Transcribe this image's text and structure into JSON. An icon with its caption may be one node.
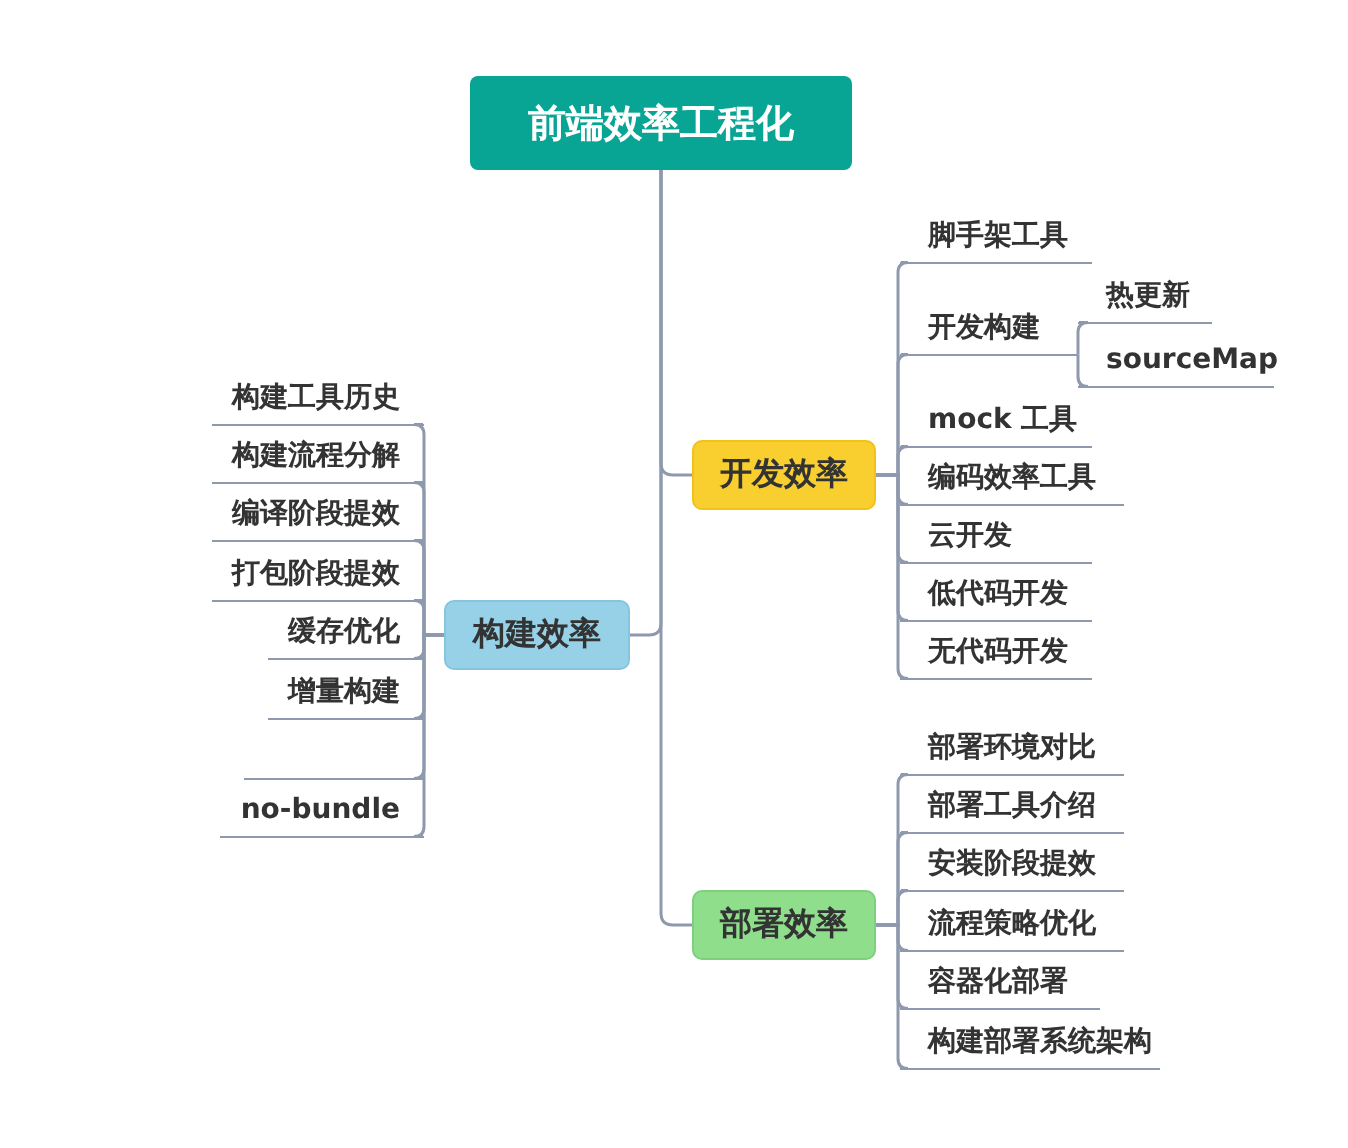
{
  "diagram": {
    "nodes": [
      {
        "text": [
          "前端效率工程化"
        ]
      },
      {
        "text": [
          "开发效率"
        ]
      },
      {
        "text": [
          "脚手架工具"
        ]
      },
      {
        "text": [
          "开发构建"
        ]
      },
      {
        "text": [
          "热更新"
        ]
      },
      {
        "text": [
          "sourceMap"
        ]
      },
      {
        "text": [
          "mock 工具"
        ]
      },
      {
        "text": [
          "编码效率工具"
        ]
      },
      {
        "text": [
          "云开发"
        ]
      },
      {
        "text": [
          "低代码开发"
        ]
      },
      {
        "text": [
          "无代码开发"
        ]
      },
      {
        "text": [
          "构建效率"
        ]
      },
      {
        "text": [
          "构建工具历史"
        ]
      },
      {
        "text": [
          "构建流程分解"
        ]
      },
      {
        "text": [
          "编译阶段提效"
        ]
      },
      {
        "text": [
          "打包阶段提效"
        ]
      },
      {
        "text": [
          "缓存优化"
        ]
      },
      {
        "text": [
          "增量构建"
        ]
      },
      {
        "text": [],
        "shape": "bar"
      },
      {
        "text": [
          "no-bundle"
        ]
      },
      {
        "text": [
          "部署效率"
        ]
      },
      {
        "text": [
          "部署环境对比"
        ]
      },
      {
        "text": [
          "部署工具介绍"
        ]
      },
      {
        "text": [
          "安装阶段提效"
        ]
      },
      {
        "text": [
          "流程策略优化"
        ]
      },
      {
        "text": [
          "容器化部署"
        ]
      },
      {
        "text": [
          "构建部署系统架构"
        ]
      }
    ],
    "edges": [
      {
        "from": 0,
        "to": 1,
        "arrow": "none"
      },
      {
        "from": 0,
        "to": 11,
        "arrow": "none"
      },
      {
        "from": 0,
        "to": 20,
        "arrow": "none"
      },
      {
        "from": 1,
        "to": 2,
        "arrow": "none"
      },
      {
        "from": 1,
        "to": 3,
        "arrow": "none"
      },
      {
        "from": 3,
        "to": 4,
        "arrow": "none"
      },
      {
        "from": 3,
        "to": 5,
        "arrow": "none"
      },
      {
        "from": 1,
        "to": 6,
        "arrow": "none"
      },
      {
        "from": 1,
        "to": 7,
        "arrow": "none"
      },
      {
        "from": 1,
        "to": 8,
        "arrow": "none"
      },
      {
        "from": 1,
        "to": 9,
        "arrow": "none"
      },
      {
        "from": 1,
        "to": 10,
        "arrow": "none"
      },
      {
        "from": 11,
        "to": 12,
        "arrow": "none"
      },
      {
        "from": 11,
        "to": 13,
        "arrow": "none"
      },
      {
        "from": 11,
        "to": 14,
        "arrow": "none"
      },
      {
        "from": 11,
        "to": 15,
        "arrow": "none"
      },
      {
        "from": 11,
        "to": 16,
        "arrow": "none"
      },
      {
        "from": 11,
        "to": 17,
        "arrow": "none"
      },
      {
        "from": 11,
        "to": 18,
        "arrow": "none"
      },
      {
        "from": 11,
        "to": 19,
        "arrow": "none"
      },
      {
        "from": 20,
        "to": 21,
        "arrow": "none"
      },
      {
        "from": 20,
        "to": 22,
        "arrow": "none"
      },
      {
        "from": 20,
        "to": 23,
        "arrow": "none"
      },
      {
        "from": 20,
        "to": 24,
        "arrow": "none"
      },
      {
        "from": 20,
        "to": 25,
        "arrow": "none"
      },
      {
        "from": 20,
        "to": 26,
        "arrow": "none"
      }
    ]
  }
}
